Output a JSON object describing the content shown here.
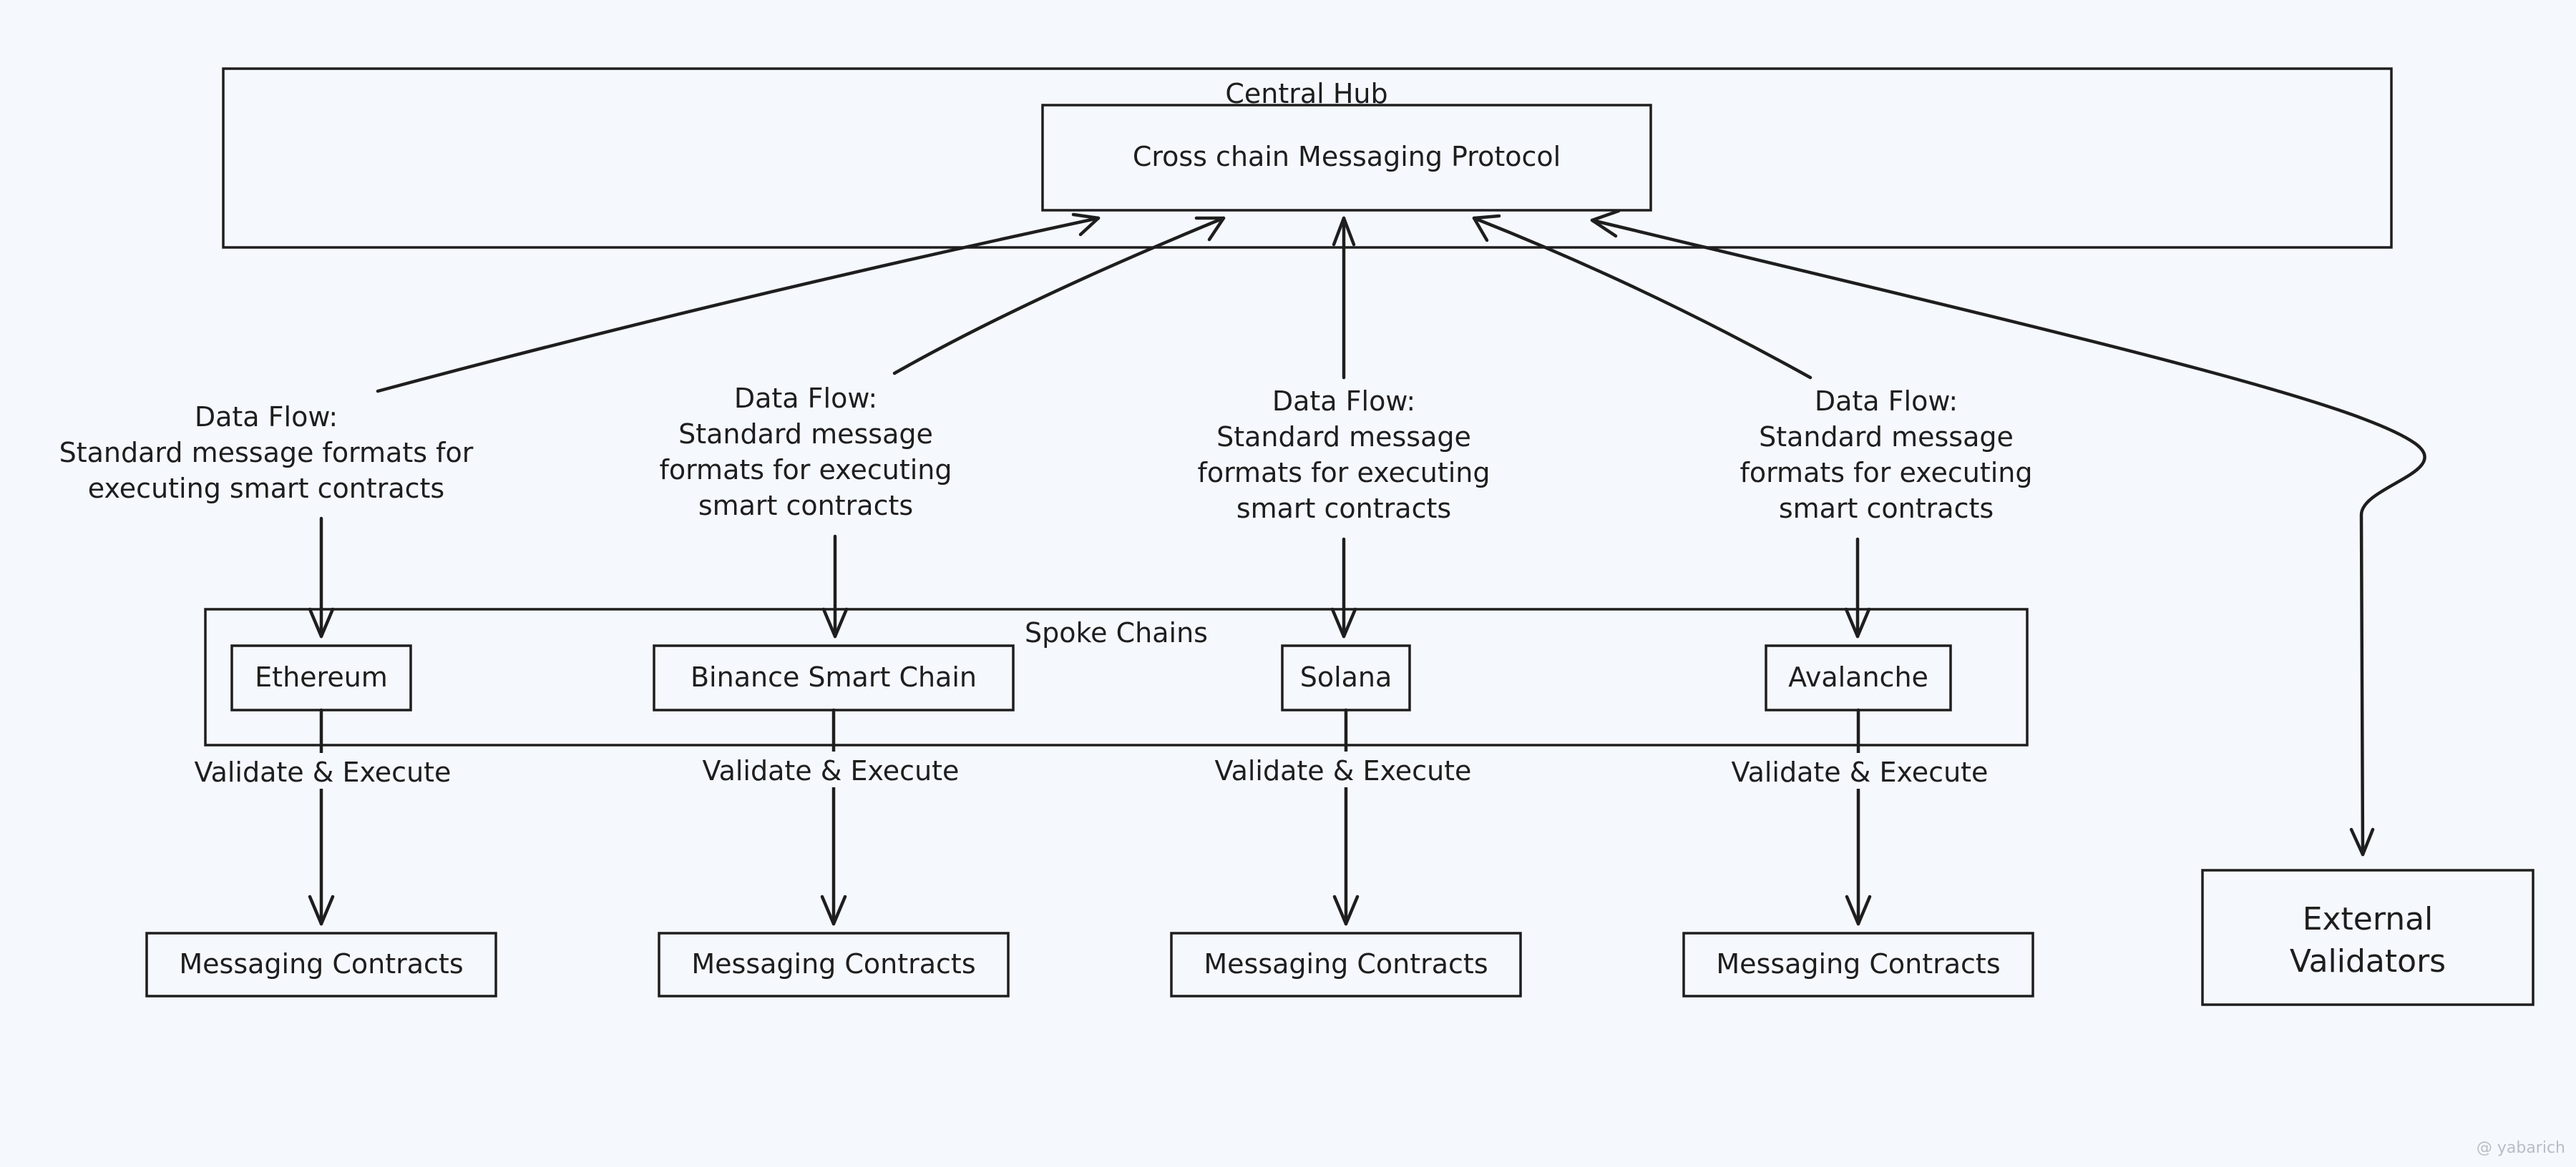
{
  "colors": {
    "background": "#f5f8fd",
    "stroke": "#1e1e1e",
    "watermark": "#b9bcc4"
  },
  "hub": {
    "container_label": "Central Hub",
    "protocol_label": "Cross chain Messaging Protocol"
  },
  "data_flows": [
    {
      "lines": [
        "Data Flow:",
        "Standard message formats for",
        "executing smart contracts"
      ]
    },
    {
      "lines": [
        "Data Flow:",
        "Standard message",
        "formats for executing",
        "smart contracts"
      ]
    },
    {
      "lines": [
        "Data Flow:",
        "Standard message",
        "formats for executing",
        "smart contracts"
      ]
    },
    {
      "lines": [
        "Data Flow:",
        "Standard message",
        "formats for executing",
        "smart contracts"
      ]
    }
  ],
  "spoke": {
    "container_label": "Spoke Chains",
    "chains": [
      "Ethereum",
      "Binance Smart Chain",
      "Solana",
      "Avalanche"
    ]
  },
  "validate_label": "Validate & Execute",
  "contracts_label": "Messaging Contracts",
  "external": {
    "lines": [
      "External",
      "Validators"
    ]
  },
  "watermark": "@ yabarich"
}
